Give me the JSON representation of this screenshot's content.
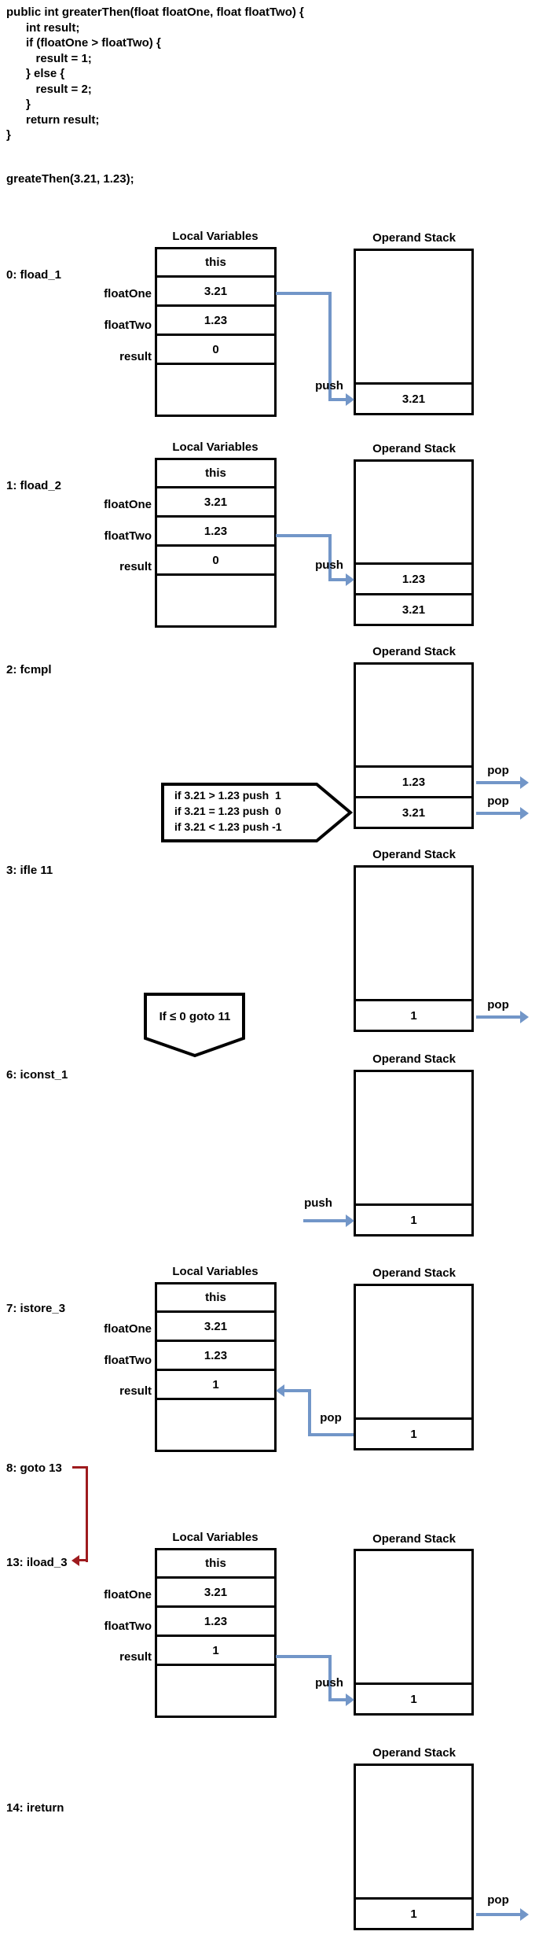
{
  "code": {
    "lines": [
      "public int greaterThen(float floatOne, float floatTwo) {",
      "      int result;",
      "      if (floatOne > floatTwo) {",
      "         result = 1;",
      "      } else {",
      "         result = 2;",
      "      }",
      "      return result;",
      "}"
    ],
    "call": "greateThen(3.21, 1.23);"
  },
  "labels": {
    "local_variables": "Local Variables",
    "operand_stack": "Operand Stack",
    "push": "push",
    "pop": "pop",
    "this": "this",
    "floatOne": "floatOne",
    "floatTwo": "floatTwo",
    "result": "result"
  },
  "colors": {
    "arrow_blue": "#7296c8",
    "arrow_red": "#9e1b1e"
  },
  "sections": {
    "s0": {
      "label": "0: fload_1",
      "lv": {
        "floatOne": "3.21",
        "floatTwo": "1.23",
        "result": "0"
      },
      "stack": [
        "3.21"
      ]
    },
    "s1": {
      "label": "1: fload_2",
      "lv": {
        "floatOne": "3.21",
        "floatTwo": "1.23",
        "result": "0"
      },
      "stack": [
        "1.23",
        "3.21"
      ]
    },
    "s2": {
      "label": "2: fcmpl",
      "stack": [
        "1.23",
        "3.21"
      ],
      "note_lines": [
        "if 3.21 > 1.23 push  1",
        "if 3.21 = 1.23 push  0",
        "if 3.21 < 1.23 push -1"
      ]
    },
    "s3": {
      "label": "3: ifle 11",
      "stack": [
        "1"
      ],
      "note": "If ≤ 0 goto 11"
    },
    "s6": {
      "label": "6: iconst_1",
      "stack": [
        "1"
      ]
    },
    "s7": {
      "label": "7: istore_3",
      "lv": {
        "floatOne": "3.21",
        "floatTwo": "1.23",
        "result": "1"
      },
      "stack": [
        "1"
      ]
    },
    "s8": {
      "label": "8: goto 13"
    },
    "s13": {
      "label": "13: iload_3",
      "lv": {
        "floatOne": "3.21",
        "floatTwo": "1.23",
        "result": "1"
      },
      "stack": [
        "1"
      ]
    },
    "s14": {
      "label": "14: ireturn",
      "stack": [
        "1"
      ]
    }
  }
}
